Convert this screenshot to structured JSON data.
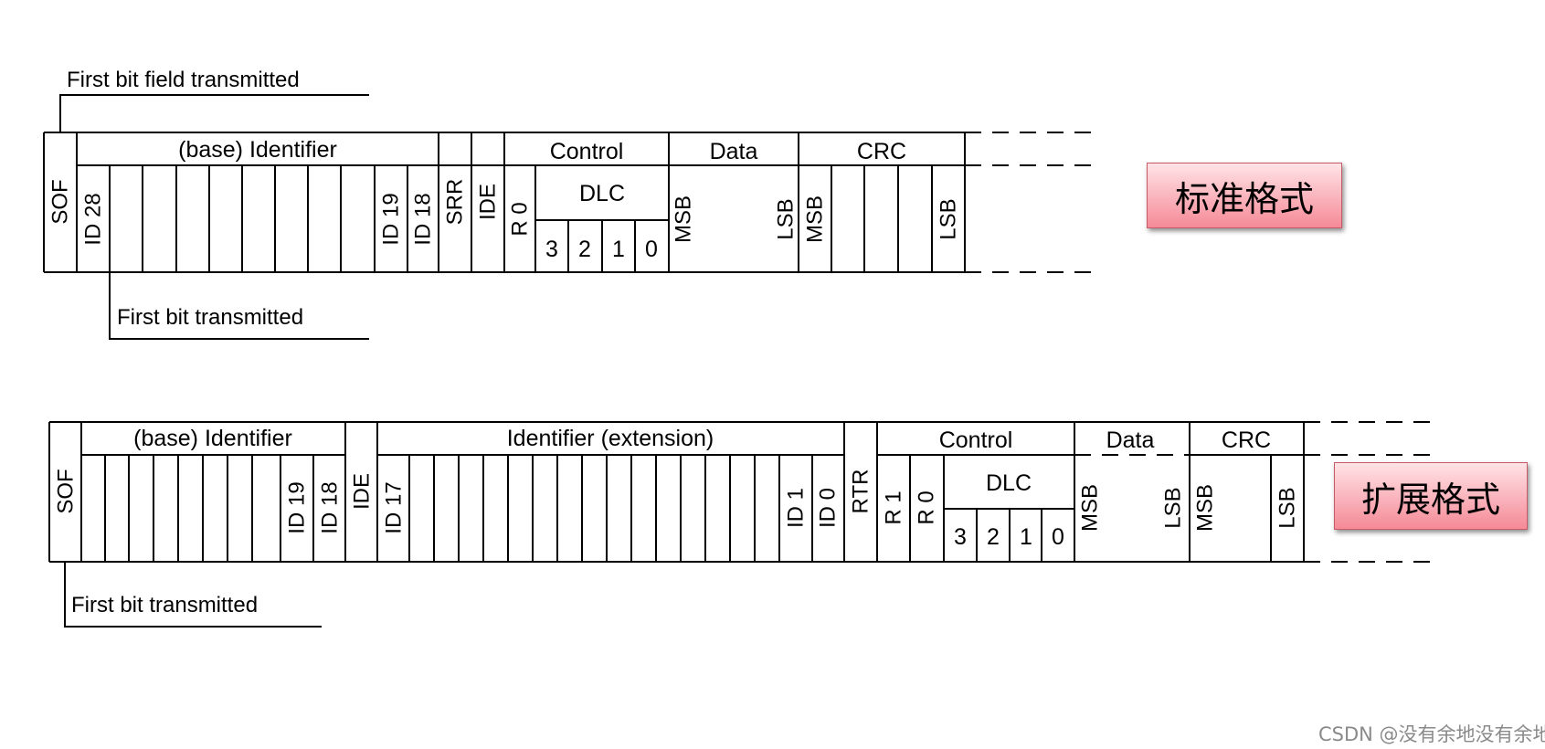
{
  "standard": {
    "format_label": "标准格式",
    "first_bit_field_label": "First bit field transmitted",
    "first_bit_label": "First bit transmitted",
    "sof": "SOF",
    "identifier_header": "(base) Identifier",
    "id_first": "ID 28",
    "id_19": "ID 19",
    "id_18": "ID 18",
    "srr": "SRR",
    "ide": "IDE",
    "control_header": "Control",
    "r0": "R 0",
    "dlc_header": "DLC",
    "dlc_bits": [
      "3",
      "2",
      "1",
      "0"
    ],
    "data_header": "Data",
    "msb": "MSB",
    "lsb": "LSB",
    "crc_header": "CRC"
  },
  "extended": {
    "format_label": "扩展格式",
    "first_bit_label": "First bit transmitted",
    "sof": "SOF",
    "identifier_header": "(base) Identifier",
    "id_19": "ID 19",
    "id_18": "ID 18",
    "ide": "IDE",
    "extension_header": "Identifier (extension)",
    "id_17": "ID 17",
    "id_1": "ID 1",
    "id_0": "ID 0",
    "rtr": "RTR",
    "control_header": "Control",
    "r1": "R 1",
    "r0": "R 0",
    "dlc_header": "DLC",
    "dlc_bits": [
      "3",
      "2",
      "1",
      "0"
    ],
    "data_header": "Data",
    "msb": "MSB",
    "lsb": "LSB",
    "crc_header": "CRC"
  },
  "watermark": "CSDN @没有余地没有余地"
}
